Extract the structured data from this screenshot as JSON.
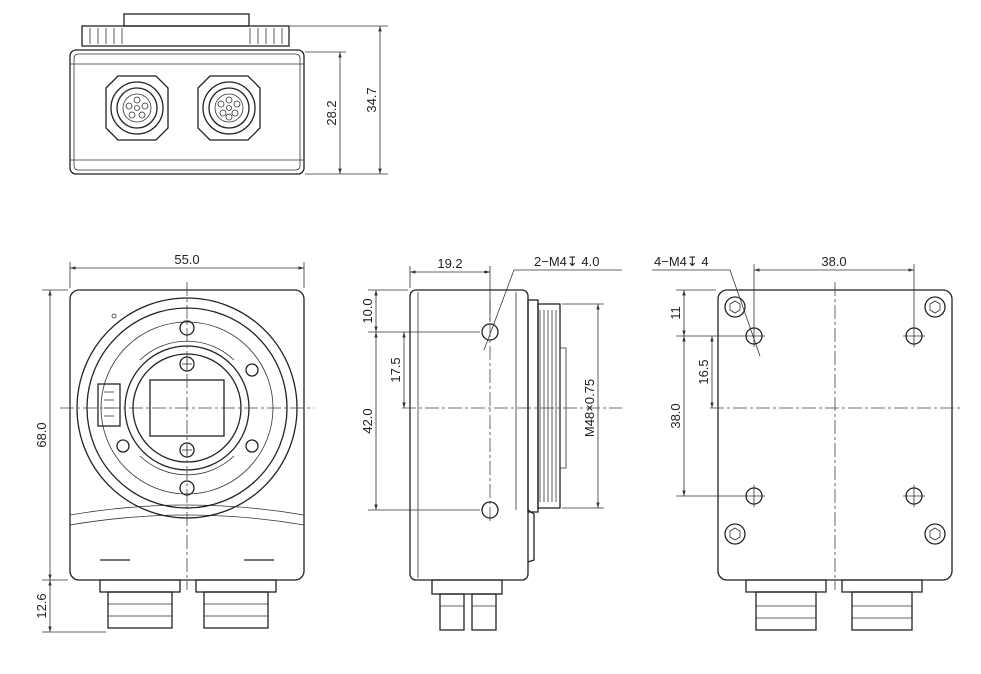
{
  "dimensions": {
    "top_height_inner": "28.2",
    "top_height_total": "34.7",
    "front_width": "55.0",
    "front_height": "68.0",
    "connector_depth": "12.6",
    "side_offset_x": "19.2",
    "side_top_offset": "10.0",
    "side_hole_y": "17.5",
    "side_hole_spacing": "42.0",
    "side_thread_callout": "2−M4↧ 4.0",
    "lens_thread": "M48×0.75",
    "back_thread_callout": "4−M4↧ 4",
    "back_hole_spacing_x": "38.0",
    "back_top_offset": "11",
    "back_hole_y": "16.5",
    "back_hole_spacing_y": "38.0"
  },
  "icons": {
    "hex_screw": "hex-socket-screw-icon",
    "connector": "m12-connector-icon"
  }
}
